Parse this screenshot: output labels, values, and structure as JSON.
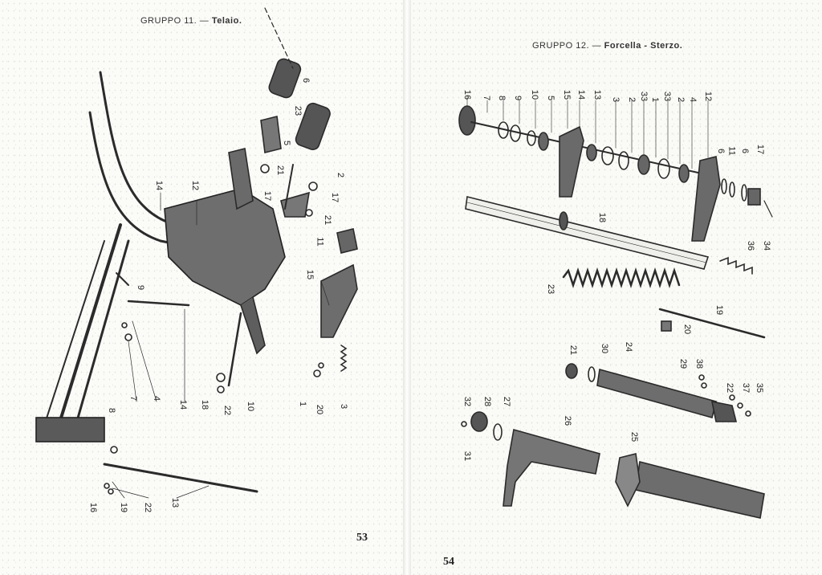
{
  "pages": [
    {
      "group_label": "GRUPPO 11.",
      "group_dash": "—",
      "group_name": "Telaio.",
      "page_number": "53",
      "part_labels": [
        "6",
        "23",
        "5",
        "2",
        "21",
        "17",
        "17",
        "21",
        "11",
        "14",
        "12",
        "15",
        "9",
        "7",
        "4",
        "14",
        "18",
        "22",
        "10",
        "1",
        "20",
        "3",
        "8",
        "16",
        "19",
        "22",
        "13"
      ]
    },
    {
      "group_label": "GRUPPO 12.",
      "group_dash": "—",
      "group_name": "Forcella - Sterzo.",
      "page_number": "54",
      "part_labels": [
        "16",
        "7",
        "8",
        "9",
        "10",
        "5",
        "15",
        "14",
        "13",
        "3",
        "2",
        "33",
        "1",
        "33",
        "2",
        "4",
        "12",
        "6",
        "11",
        "6",
        "17",
        "18",
        "36",
        "34",
        "23",
        "19",
        "20",
        "21",
        "30",
        "24",
        "29",
        "38",
        "22",
        "37",
        "35",
        "32",
        "28",
        "27",
        "31",
        "26",
        "25"
      ]
    }
  ]
}
